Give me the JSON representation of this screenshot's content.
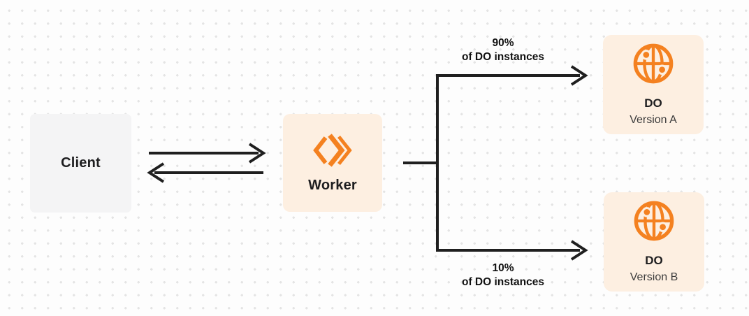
{
  "diagram": {
    "nodes": {
      "client": {
        "label": "Client"
      },
      "worker": {
        "label": "Worker",
        "icon": "workers-logo-icon"
      },
      "do_version_a": {
        "title": "DO",
        "subtitle": "Version A",
        "icon": "globe-icon"
      },
      "do_version_b": {
        "title": "DO",
        "subtitle": "Version B",
        "icon": "globe-icon"
      }
    },
    "edges": {
      "split_top": {
        "percent": "90%",
        "caption": "of DO instances"
      },
      "split_bottom": {
        "percent": "10%",
        "caption": "of DO instances"
      }
    },
    "colors": {
      "accent_orange": "#f48120",
      "node_peach_background": "#fdefe1",
      "client_gray_background": "#f4f4f5",
      "arrow_ink": "#1f1f1f",
      "dot_grid": "#e4e4e4",
      "page_background": "#fdfdfd",
      "text_primary": "#1d1d1f",
      "text_secondary": "#3c3c3c"
    }
  }
}
